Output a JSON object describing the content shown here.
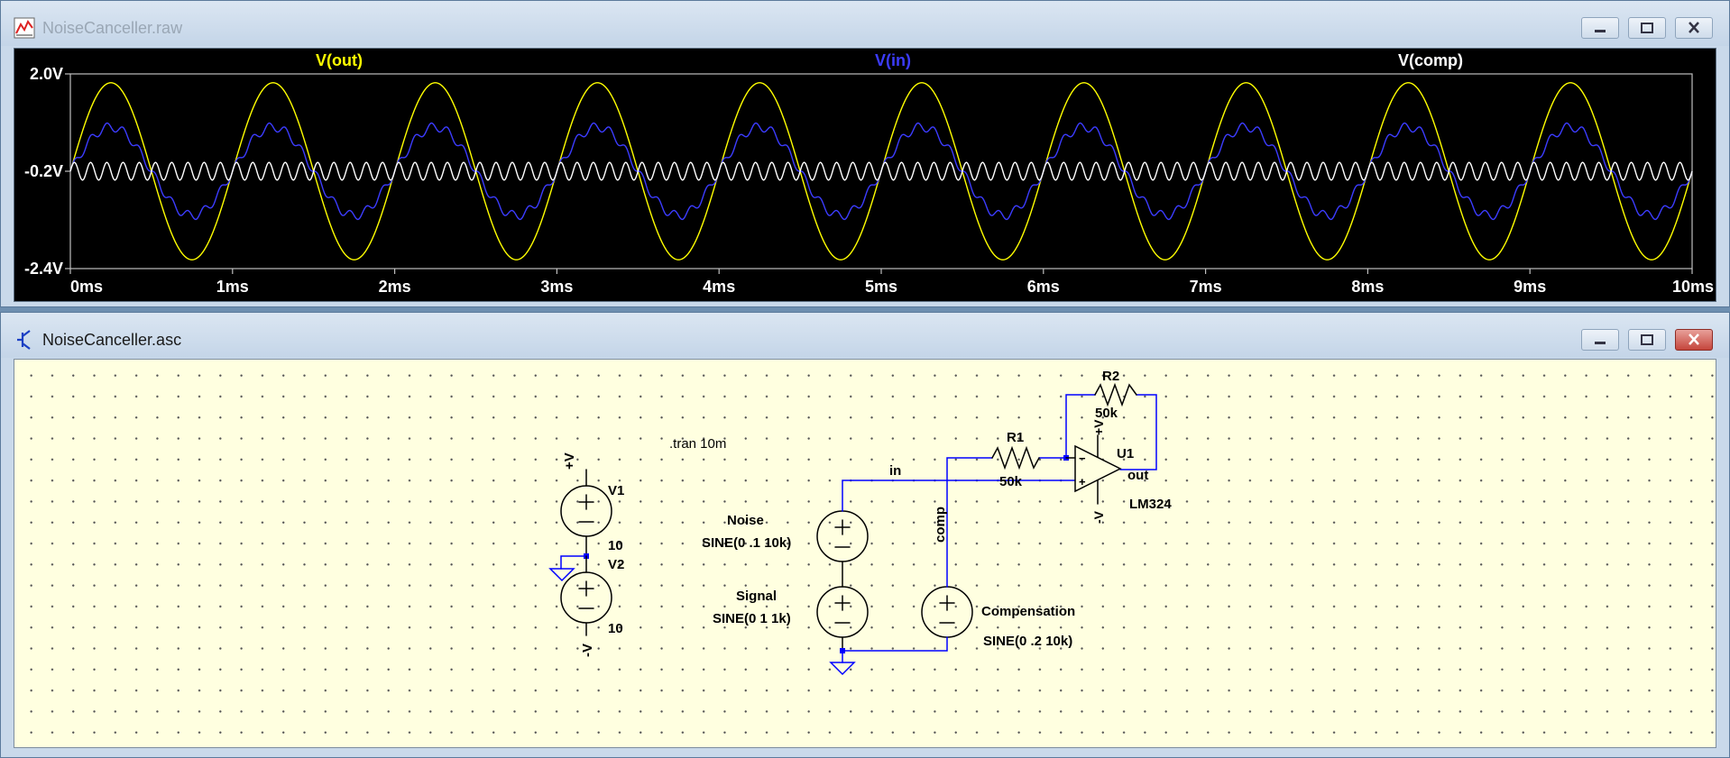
{
  "waveform_window": {
    "title": "NoiseCanceller.raw",
    "icon": "waveform-icon",
    "controls": [
      "minimize",
      "maximize",
      "close"
    ]
  },
  "schematic_window": {
    "title": "NoiseCanceller.asc",
    "icon": "schematic-icon",
    "controls": [
      "minimize",
      "maximize",
      "close"
    ]
  },
  "chart_data": {
    "type": "line",
    "series": [
      {
        "name": "V(out)",
        "color": "#ffff00",
        "amplitude": 2.0,
        "offset": -0.2,
        "frequency_khz": 1
      },
      {
        "name": "V(in)",
        "color": "#3c3cff",
        "components": [
          {
            "amplitude": 1,
            "frequency_khz": 1
          },
          {
            "amplitude": 0.1,
            "frequency_khz": 10
          }
        ],
        "offset": -0.2
      },
      {
        "name": "V(comp)",
        "color": "#ffffff",
        "amplitude": 0.2,
        "offset": -0.2,
        "frequency_khz": 10
      }
    ],
    "y_ticks": [
      "2.0V",
      "-0.2V",
      "-2.4V"
    ],
    "x_ticks": [
      "0ms",
      "1ms",
      "2ms",
      "3ms",
      "4ms",
      "5ms",
      "6ms",
      "7ms",
      "8ms",
      "9ms",
      "10ms"
    ],
    "xlim": [
      0,
      10
    ],
    "ylim": [
      -2.4,
      2.0
    ],
    "grid": false
  },
  "schematic": {
    "directive": ".tran 10m",
    "V1": {
      "name": "V1",
      "value": "10",
      "top_label": "+V"
    },
    "V2": {
      "name": "V2",
      "value": "10",
      "bottom_label": "-V"
    },
    "Noise": {
      "name": "Noise",
      "value": "SINE(0 .1 10k)"
    },
    "Signal": {
      "name": "Signal",
      "value": "SINE(0 1 1k)"
    },
    "Compensation": {
      "name": "Compensation",
      "value": "SINE(0 .2 10k)"
    },
    "R1": {
      "name": "R1",
      "value": "50k"
    },
    "R2": {
      "name": "R2",
      "value": "50k"
    },
    "U1": {
      "name": "U1",
      "model": "LM324",
      "pos_supply": "+V",
      "neg_supply": "-V"
    },
    "nets": {
      "in": "in",
      "comp": "comp",
      "out": "out"
    },
    "wire_color": "#0000ff"
  }
}
